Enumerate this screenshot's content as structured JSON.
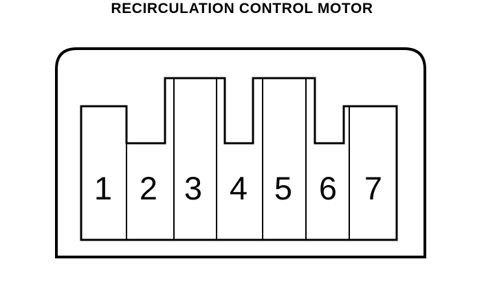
{
  "title": "RECIRCULATION CONTROL MOTOR",
  "colors": {
    "line": "#000000",
    "background": "#ffffff"
  },
  "connector": {
    "pins": [
      {
        "label": "1"
      },
      {
        "label": "2"
      },
      {
        "label": "3"
      },
      {
        "label": "4"
      },
      {
        "label": "5"
      },
      {
        "label": "6"
      },
      {
        "label": "7"
      }
    ]
  }
}
